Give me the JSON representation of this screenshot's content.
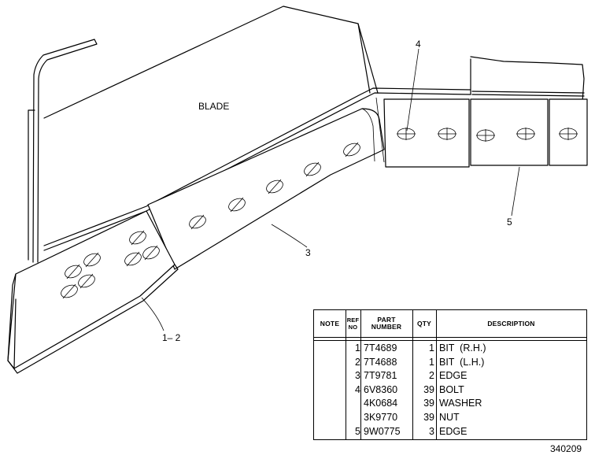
{
  "labels": {
    "blade": "BLADE",
    "callout_4": "4",
    "callout_5": "5",
    "callout_3": "3",
    "callout_1_2": "1– 2"
  },
  "table": {
    "headers": {
      "note": "NOTE",
      "ref_no": "REF\nNO",
      "part_number": "PART\nNUMBER",
      "qty": "QTY",
      "description": "DESCRIPTION"
    },
    "rows": [
      {
        "ref": "1",
        "part": "7T4689",
        "qty": "1",
        "desc": "BIT  (R.H.)"
      },
      {
        "ref": "2",
        "part": "7T4688",
        "qty": "1",
        "desc": "BIT  (L.H.)"
      },
      {
        "ref": "3",
        "part": "7T9781",
        "qty": "2",
        "desc": "EDGE"
      },
      {
        "ref": "4",
        "part": "6V8360",
        "qty": "39",
        "desc": "BOLT"
      },
      {
        "ref": "",
        "part": "4K0684",
        "qty": "39",
        "desc": "WASHER"
      },
      {
        "ref": "",
        "part": "3K9770",
        "qty": "39",
        "desc": "NUT"
      },
      {
        "ref": "5",
        "part": "9W0775",
        "qty": "3",
        "desc": "EDGE"
      }
    ]
  },
  "drawing_number": "340209"
}
